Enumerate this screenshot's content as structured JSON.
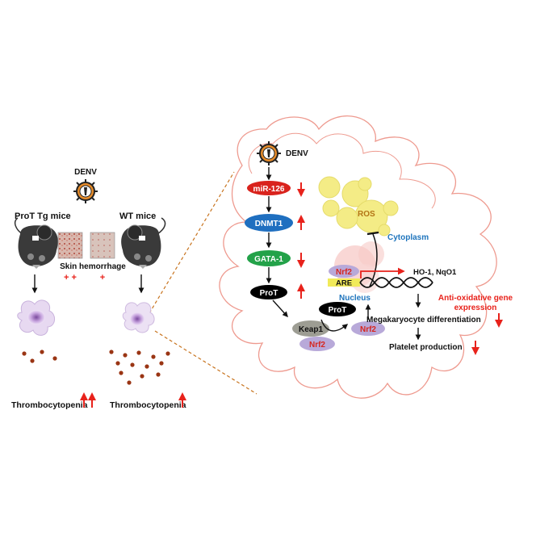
{
  "left": {
    "virus_label": "DENV",
    "mouse_left_label": "ProT Tg mice",
    "mouse_right_label": "WT mice",
    "skin_label": "Skin hemorrhage",
    "skin_left_score": "+ +",
    "skin_right_score": "+",
    "thrombo_left": "Thrombocytopenia",
    "thrombo_right": "Thrombocytopenia"
  },
  "pathway": {
    "virus_label": "DENV",
    "mir126": "miR-126",
    "dnmt1": "DNMT1",
    "gata1": "GATA-1",
    "prot": "ProT",
    "keap1": "Keap1",
    "nrf2_bound": "Nrf2",
    "prot_free": "ProT",
    "nrf2_free": "Nrf2",
    "nrf2_nucleus": "Nrf2",
    "are": "ARE",
    "ho1": "HO-1, NqO1",
    "ros": "ROS",
    "cytoplasm": "Cytoplasm",
    "nucleus": "Nucleus",
    "antiox_line1": "Anti-oxidative gene",
    "antiox_line2": "expression",
    "mega": "Megakaryocyte differentiation",
    "platelet": "Platelet production"
  },
  "colors": {
    "red_arrow": "#e8221b",
    "mir126": "#d9231d",
    "dnmt1": "#1f6fc0",
    "gata1": "#23a249",
    "prot": "#000000",
    "keap1": "#9d9d93",
    "nrf2": "#b8a9d9",
    "nrf2_text": "#d6261f",
    "ros": "#f3ea7a",
    "nucleus_pink": "#f7c9c7",
    "cell_outline": "#ee9a8f",
    "cytoplasm_text": "#1f75bd",
    "dashed": "#c8741f",
    "platelet": "#9a3514"
  }
}
